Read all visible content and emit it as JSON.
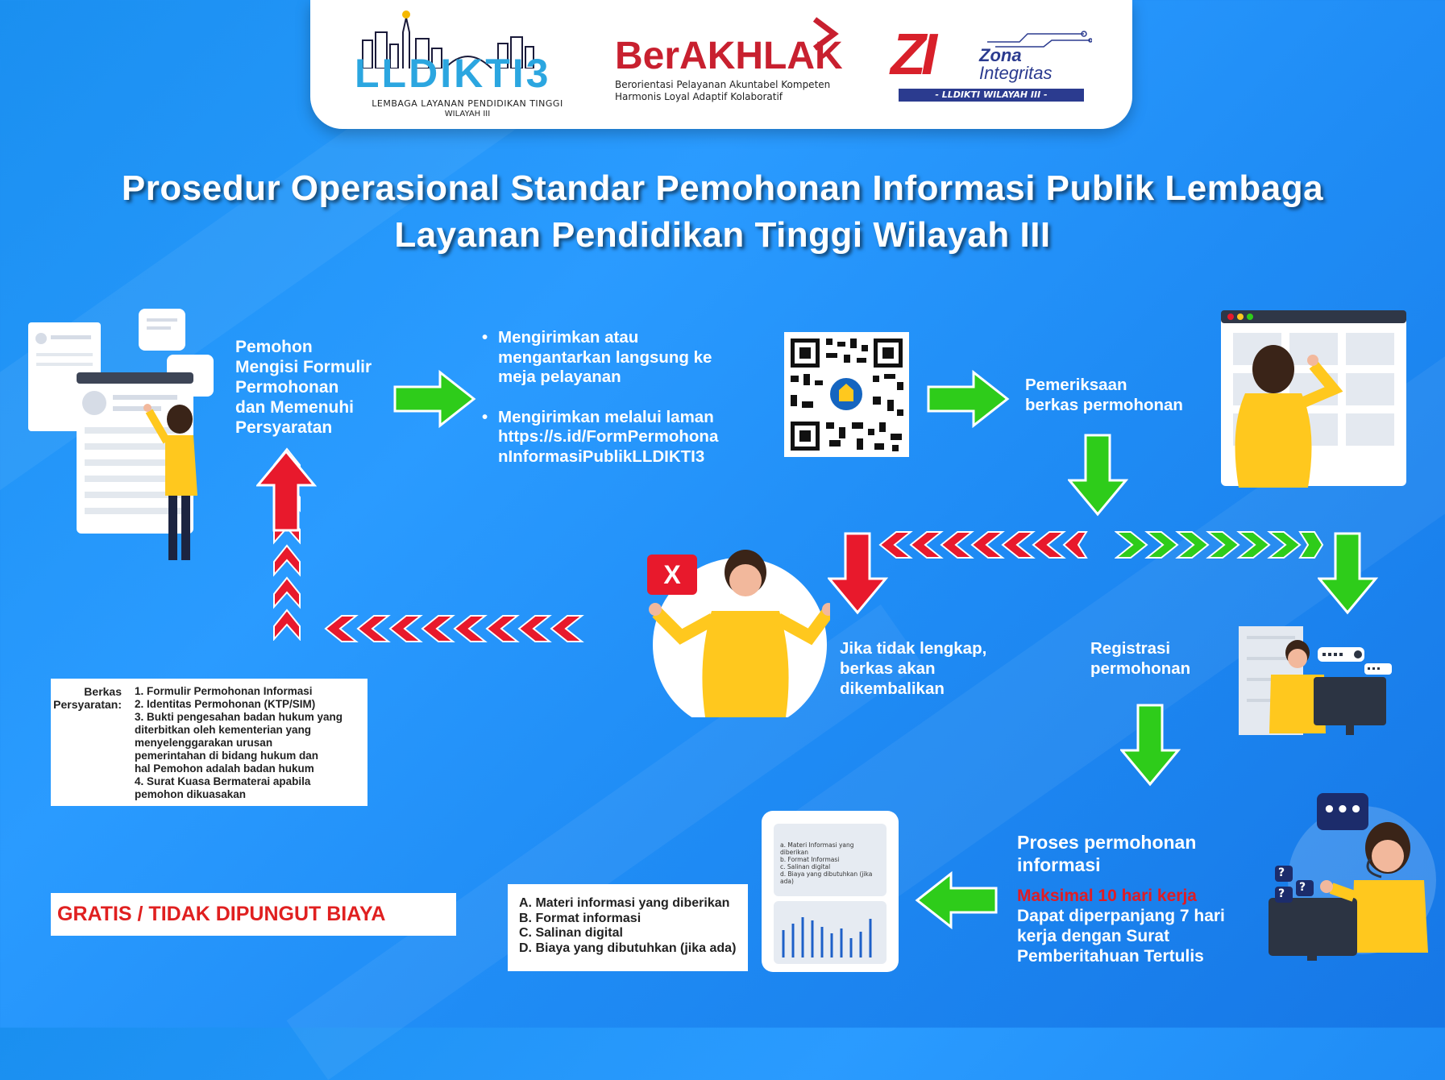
{
  "header": {
    "lldikti": {
      "logo_text": "LLDIKTI3",
      "subtitle_line1": "LEMBAGA LAYANAN PENDIDIKAN TINGGI",
      "subtitle_line2": "WILAYAH III"
    },
    "berakhlak": {
      "logo_text": "BerAKHLAK",
      "tagline_line1": "Berorientasi Pelayanan Akuntabel Kompeten",
      "tagline_line2": "Harmonis Loyal Adaptif Kolaboratif"
    },
    "zona": {
      "logo_mark": "ZI",
      "word1": "Zona",
      "word2": "Integritas",
      "caption": "- LLDIKTI WILAYAH III -"
    }
  },
  "title": {
    "line1": "Prosedur Operasional Standar Pemohonan Informasi Publik Lembaga",
    "line2": "Layanan Pendidikan Tinggi Wilayah III"
  },
  "steps": {
    "fill_form": {
      "line1": "Pemohon",
      "line2": "Mengisi Formulir",
      "line3": "Permohonan",
      "line4": "dan Memenuhi",
      "line5": "Persyaratan"
    },
    "submit": {
      "bullet1_line1": "Mengirimkan atau",
      "bullet1_line2": "mengantarkan langsung ke",
      "bullet1_line3": "meja pelayanan",
      "bullet2_line1": "Mengirimkan melalui laman",
      "url_line1": "https://s.id/FormPermohona",
      "url_line2": "nInformasiPublikLLDIKTI3"
    },
    "check": {
      "line1": "Pemeriksaan",
      "line2": "berkas permohonan"
    },
    "incomplete": {
      "line1": "Jika tidak lengkap,",
      "line2": "berkas akan",
      "line3": "dikembalikan"
    },
    "register": {
      "line1": "Registrasi",
      "line2": "permohonan"
    },
    "process": {
      "title_line1": "Proses permohonan",
      "title_line2": "informasi",
      "deadline": "Maksimal 10 hari kerja",
      "note_line1": "Dapat diperpanjang 7 hari",
      "note_line2": "kerja dengan Surat",
      "note_line3": "Pemberitahuan Tertulis"
    }
  },
  "requirements": {
    "label_line1": "Berkas",
    "label_line2": "Persyaratan:",
    "items": [
      [
        "1. Formulir Permohonan Informasi"
      ],
      [
        "2. Identitas Permohonan (KTP/SIM)"
      ],
      [
        "3. Bukti pengesahan badan hukum yang",
        "diterbitkan oleh kementerian yang",
        "menyelenggarakan urusan",
        "pemerintahan di bidang hukum dan",
        "hal Pemohon adalah badan hukum"
      ],
      [
        "4. Surat Kuasa Bermaterai apabila",
        "pemohon dikuasakan"
      ]
    ]
  },
  "output_list": [
    "A. Materi informasi yang diberikan",
    "B. Format informasi",
    "C. Salinan digital",
    "D. Biaya yang dibutuhkan (jika ada)"
  ],
  "doc_card": [
    "a. Materi Informasi yang diberikan",
    "b. Format Informasi",
    "c. Salinan digital",
    "d. Biaya yang dibutuhkan (jika ada)"
  ],
  "rejected_badge": "X",
  "free_notice": "GRATIS / TIDAK DIPUNGUT BIAYA",
  "chat_bubble": "•••",
  "colors": {
    "green": "#2ecc1a",
    "red": "#e8192c",
    "yellow": "#ffc81e",
    "brand_red": "#c8202f",
    "deadline_red": "#e01c24"
  },
  "icons": [
    "qr-code-icon",
    "arrow-right-icon",
    "arrow-down-icon",
    "arrow-up-icon",
    "chevron-left-icon",
    "chevron-right-icon",
    "question-icon",
    "chat-icon"
  ]
}
